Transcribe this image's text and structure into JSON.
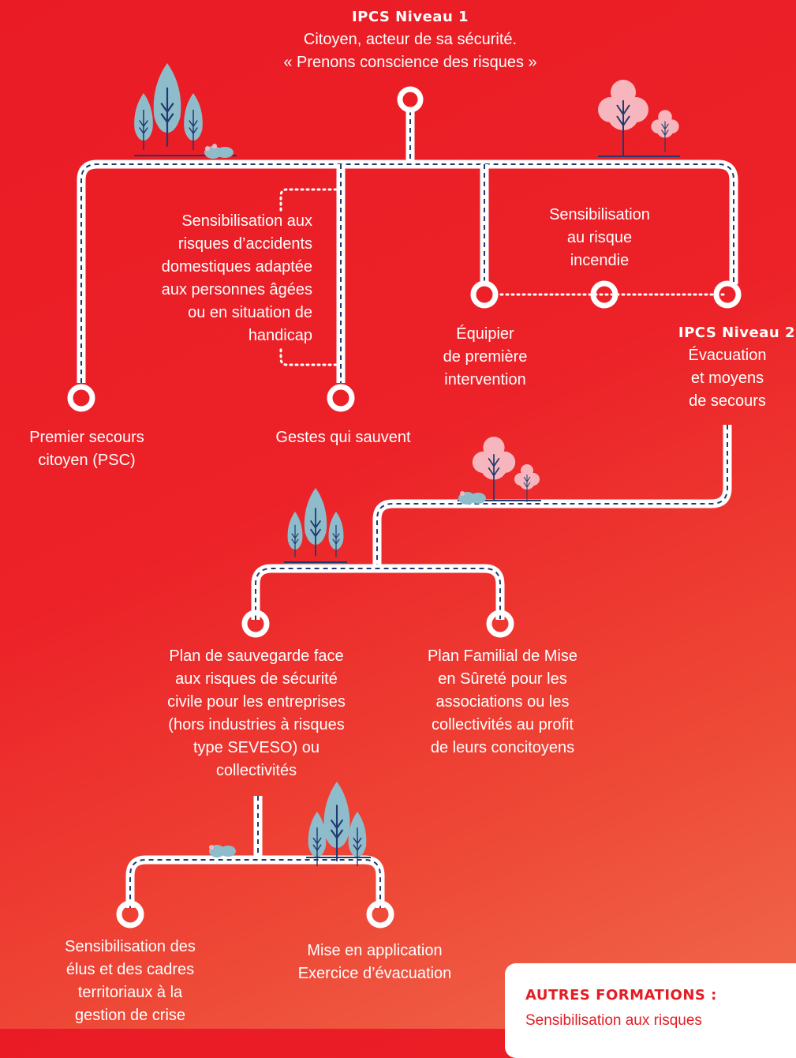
{
  "header": {
    "title": "IPCS Niveau 1",
    "line1": "Citoyen, acteur de sa sécurité.",
    "line2": "« Prenons conscience des risques »"
  },
  "nodes": {
    "psc": "Premier secours\ncitoyen (PSC)",
    "gestes": "Gestes qui sauvent",
    "domestique": "Sensibilisation aux\nrisques d’accidents\ndomestiques adaptée\naux personnes âgées\nou en situation de\nhandicap",
    "incendie": "Sensibilisation\nau risque\nincendie",
    "equipier": "Équipier\nde première\nintervention",
    "niveau2_title": "IPCS Niveau 2",
    "niveau2_text": "Évacuation\net moyens\nde secours",
    "plan_sauvegarde": "Plan de sauvegarde face\naux risques de sécurité\ncivile pour les entreprises\n(hors industries à risques\ntype SEVESO) ou\ncollectivités",
    "pfms": "Plan Familial de Mise\nen Sûreté pour les\nassociations ou les\ncollectivités au profit\nde leurs concitoyens",
    "elus": "Sensibilisation des\nélus et des cadres\nterritoriaux à la\ngestion de crise",
    "exercice": "Mise en application\nExercice d’évacuation"
  },
  "autres": {
    "title": "AUTRES FORMATIONS :",
    "text": "Sensibilisation aux risques"
  },
  "colors": {
    "background": "#ea1b25",
    "road": "#ffffff",
    "tree_blue": "#8fbccb",
    "tree_pink": "#f7b6bd",
    "trunk": "#1e3a6e"
  }
}
